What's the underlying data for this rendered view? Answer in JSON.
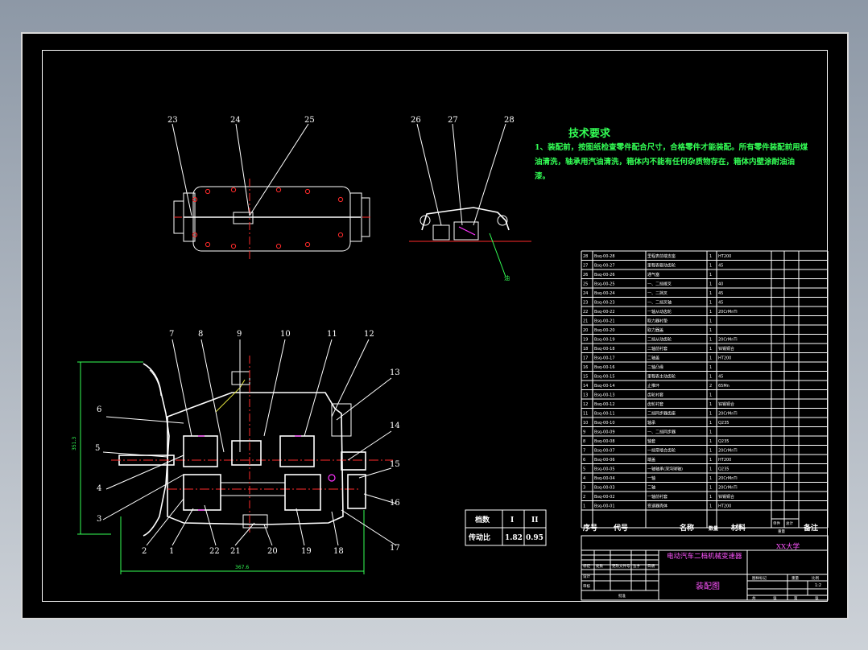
{
  "tech_requirements": {
    "title": "技术要求",
    "line1": "1、装配前，按图纸检查零件配合尺寸，合格零件才能装配。所有零件装配前用煤",
    "line2": "油清洗，轴承用汽油清洗，箱体内不能有任何杂质物存在，箱体内壁涂耐油油",
    "line3": "漆。"
  },
  "callouts_top_left": [
    "23",
    "24",
    "25"
  ],
  "callouts_top_right": [
    "26",
    "27",
    "28"
  ],
  "callouts_main_top": [
    "7",
    "8",
    "9",
    "10",
    "11",
    "12"
  ],
  "callouts_main_right": [
    "13",
    "14",
    "15",
    "16",
    "17"
  ],
  "callouts_main_left": [
    "6",
    "5",
    "4",
    "3"
  ],
  "callouts_main_bottom": [
    "2",
    "1",
    "22",
    "21",
    "20",
    "19",
    "18"
  ],
  "dimension_vertical": "351.3",
  "dimension_horizontal": "367.6",
  "small_callout": "油",
  "gear_table": {
    "row1": [
      "档数",
      "I",
      "II"
    ],
    "row2": [
      "传动比",
      "1.82",
      "0.95"
    ]
  },
  "bom_rows": [
    [
      "28",
      "Bsq-00-28",
      "里程表前端支座",
      "1",
      "HT200"
    ],
    [
      "27",
      "Bsq-00-27",
      "里程表驱动齿轮",
      "1",
      "45"
    ],
    [
      "26",
      "Bsq-00-26",
      "通气塞",
      "1",
      ""
    ],
    [
      "25",
      "Bsq-00-25",
      "一、二挡拨叉",
      "1",
      "40"
    ],
    [
      "24",
      "Bsq-00-24",
      "一、二挡叉",
      "1",
      "45"
    ],
    [
      "23",
      "Bsq-00-23",
      "一、二挡叉轴",
      "1",
      "45"
    ],
    [
      "22",
      "Bsq-00-22",
      "一轴从动齿轮",
      "1",
      "20CrMnTi"
    ],
    [
      "21",
      "Bsq-00-21",
      "取力器衬垫",
      "1",
      ""
    ],
    [
      "20",
      "Bsq-00-20",
      "取力器盖",
      "1",
      ""
    ],
    [
      "19",
      "Bsq-00-19",
      "二挡从动齿轮",
      "1",
      "20CrMnTi"
    ],
    [
      "18",
      "Bsq-00-18",
      "二轴前衬套",
      "1",
      "锌锡铜合"
    ],
    [
      "17",
      "Bsq-00-17",
      "二轴盖",
      "1",
      "HT200"
    ],
    [
      "16",
      "Bsq-00-16",
      "二轴凸缘",
      "1",
      ""
    ],
    [
      "15",
      "Bsq-00-15",
      "里程表主动齿轮",
      "1",
      "45"
    ],
    [
      "14",
      "Bsq-00-14",
      "止推环",
      "2",
      "65Mn"
    ],
    [
      "13",
      "Bsq-00-13",
      "齿轮衬套",
      "1",
      ""
    ],
    [
      "12",
      "Bsq-00-12",
      "齿轮衬套",
      "1",
      "锌锡铜合"
    ],
    [
      "11",
      "Bsq-00-11",
      "二挡同步器齿座",
      "1",
      "20CrMnTi"
    ],
    [
      "10",
      "Bsq-00-10",
      "轴承",
      "1",
      "Q235"
    ],
    [
      "9",
      "Bsq-00-09",
      "一、二挡同步器",
      "1",
      ""
    ],
    [
      "8",
      "Bsq-00-08",
      "轴套",
      "1",
      "Q235"
    ],
    [
      "7",
      "Bsq-00-07",
      "一挡常啮合齿轮",
      "1",
      "20CrMnTi"
    ],
    [
      "6",
      "Bsq-00-06",
      "端盖",
      "1",
      "HT200"
    ],
    [
      "5",
      "Bsq-00-05",
      "一轴轴承(深沟球轴)",
      "1",
      "Q235"
    ],
    [
      "4",
      "Bsq-00-04",
      "一轴",
      "1",
      "20CrMnTi"
    ],
    [
      "3",
      "Bsq-00-03",
      "二轴",
      "1",
      "20CrMnTi"
    ],
    [
      "2",
      "Bsq-00-02",
      "一轴前衬套",
      "1",
      "锌锡铜合"
    ],
    [
      "1",
      "Bsq-00-01",
      "变速器壳体",
      "1",
      "HT200"
    ]
  ],
  "bom_header": {
    "no": "序号",
    "code": "代号",
    "name": "名称",
    "qty": "数量",
    "material": "材料",
    "unit_weight": "单件",
    "total_weight": "总计",
    "weight": "重量",
    "remark": "备注"
  },
  "title_block": {
    "design_title": "电动汽车二档机械变速器",
    "university": "XX大学",
    "drawing_name": "装配图",
    "scale": "1:2",
    "row_labels": [
      "标记",
      "处数",
      "更改文件号",
      "签字",
      "日期"
    ],
    "designer": "设计",
    "checker": "审核",
    "approver": "批准",
    "stage": "图样标记",
    "weight_label": "重量",
    "scale_label": "比例",
    "sheet_total": "共",
    "sheet_no": "张",
    "sheet_of": "第",
    "sheet_unit": "张"
  }
}
